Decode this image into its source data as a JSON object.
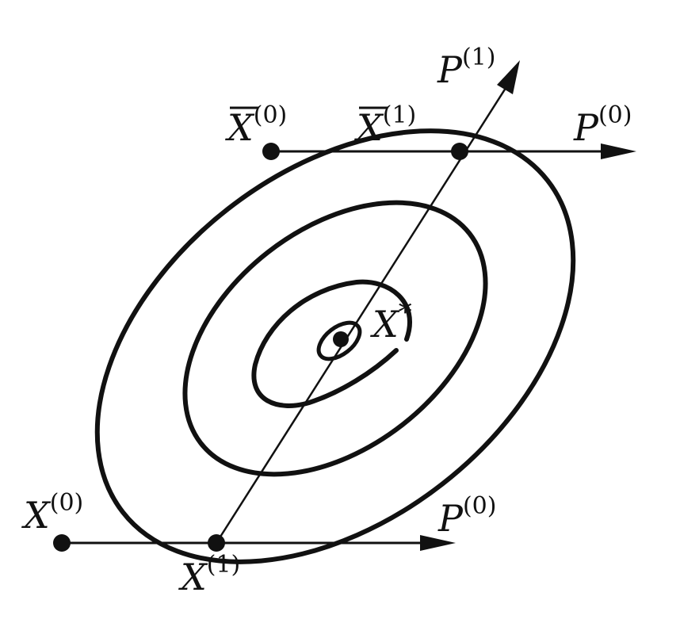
{
  "labels": {
    "x0_bottom": {
      "base": "X",
      "sup": "(0)"
    },
    "x1_bottom": {
      "base": "X",
      "sup": "(1)"
    },
    "p0_bottom": {
      "base": "P",
      "sup": "(0)"
    },
    "xbar0_top": {
      "base": "X",
      "sup": "(0)"
    },
    "xbar1_top": {
      "base": "X",
      "sup": "(1)"
    },
    "p0_top": {
      "base": "P",
      "sup": "(0)"
    },
    "p1_diag": {
      "base": "P",
      "sup": "(1)"
    },
    "x_star": {
      "base": "X",
      "sup": "*"
    }
  }
}
